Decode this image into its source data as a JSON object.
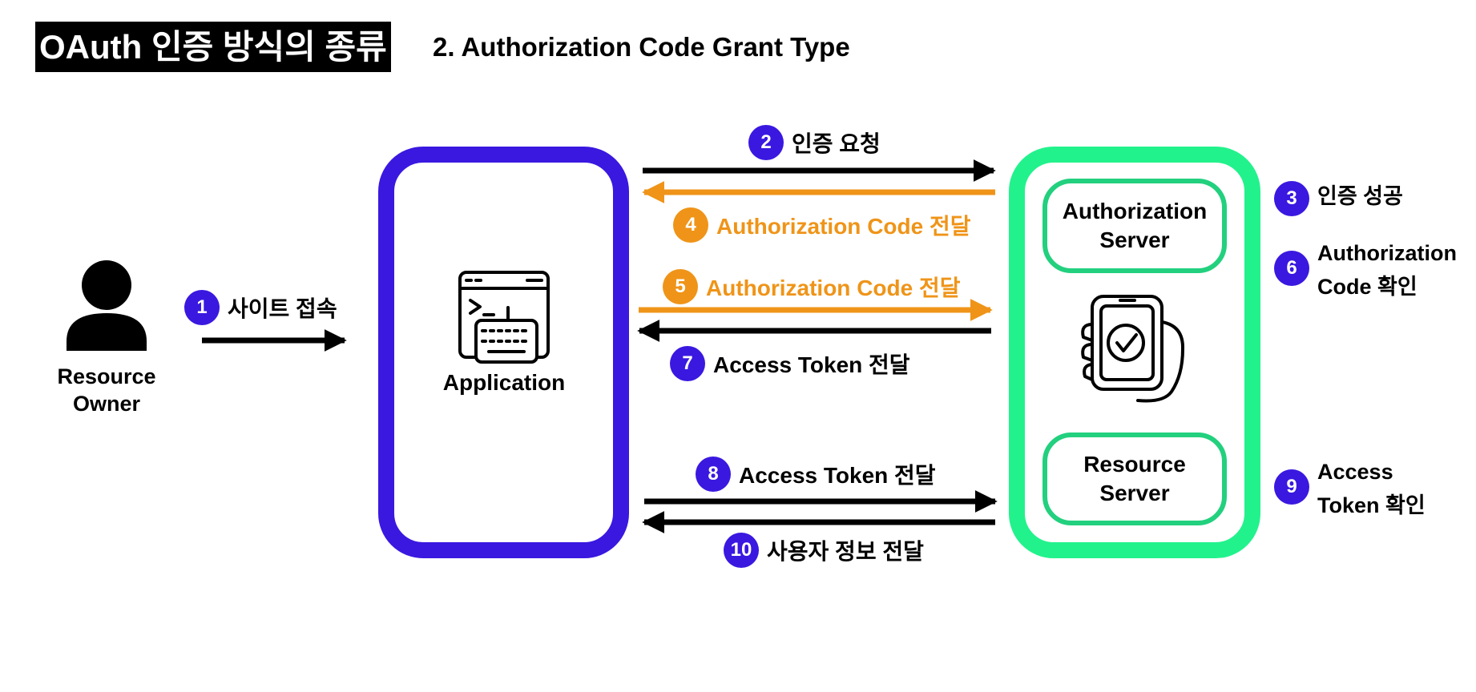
{
  "header": {
    "title": "OAuth 인증 방식의 종류",
    "subtitle": "2. Authorization Code Grant Type"
  },
  "actors": {
    "owner": {
      "label_line1": "Resource",
      "label_line2": "Owner",
      "icon": "user-icon"
    },
    "application": {
      "label": "Application",
      "icon": "browser-keyboard-icon"
    },
    "auth_server": {
      "label_line1": "Authorization",
      "label_line2": "Server"
    },
    "resource_server": {
      "label_line1": "Resource",
      "label_line2": "Server"
    },
    "server_icon": "phone-check-icon"
  },
  "steps": [
    {
      "num": "1",
      "text": "사이트 접속",
      "color": "#3a18e0"
    },
    {
      "num": "2",
      "text": "인증 요청",
      "color": "#3a18e0"
    },
    {
      "num": "3",
      "text": "인증 성공",
      "color": "#3a18e0"
    },
    {
      "num": "4",
      "text": "Authorization Code 전달",
      "color": "#ef9418"
    },
    {
      "num": "5",
      "text": "Authorization Code 전달",
      "color": "#ef9418"
    },
    {
      "num": "6",
      "text_line1": "Authorization",
      "text_line2": "Code 확인",
      "color": "#3a18e0"
    },
    {
      "num": "7",
      "text": "Access Token 전달",
      "color": "#3a18e0"
    },
    {
      "num": "8",
      "text": "Access Token 전달",
      "color": "#3a18e0"
    },
    {
      "num": "9",
      "text_line1": "Access",
      "text_line2": "Token 확인",
      "color": "#3a18e0"
    },
    {
      "num": "10",
      "text": "사용자 정보 전달",
      "color": "#3a18e0"
    }
  ],
  "colors": {
    "app_border": "#3a18e0",
    "server_border": "#22f28c",
    "server_inner_border": "#22d07e",
    "arrow_black": "#000000",
    "arrow_orange": "#ef9418"
  }
}
